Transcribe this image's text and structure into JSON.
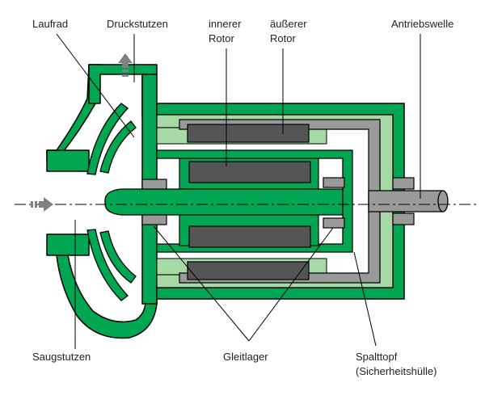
{
  "labels": {
    "laufrad": "Laufrad",
    "druckstutzen": "Druckstutzen",
    "innerer_line1": "innerer",
    "innerer_line2": "Rotor",
    "aeusserer_line1": "äußerer",
    "aeusserer_line2": "Rotor",
    "antriebswelle": "Antriebswelle",
    "saugstutzen": "Saugstutzen",
    "gleitlager": "Gleitlager",
    "spalttopf_line1": "Spalttopf",
    "spalttopf_line2": "(Sicherheitshülle)"
  },
  "colors": {
    "green": "#00A651",
    "light_green": "#A6D9A6",
    "dark_gray": "#555555",
    "mid_gray": "#9A9A9A",
    "outline": "#000000",
    "arrow": "#808080"
  }
}
